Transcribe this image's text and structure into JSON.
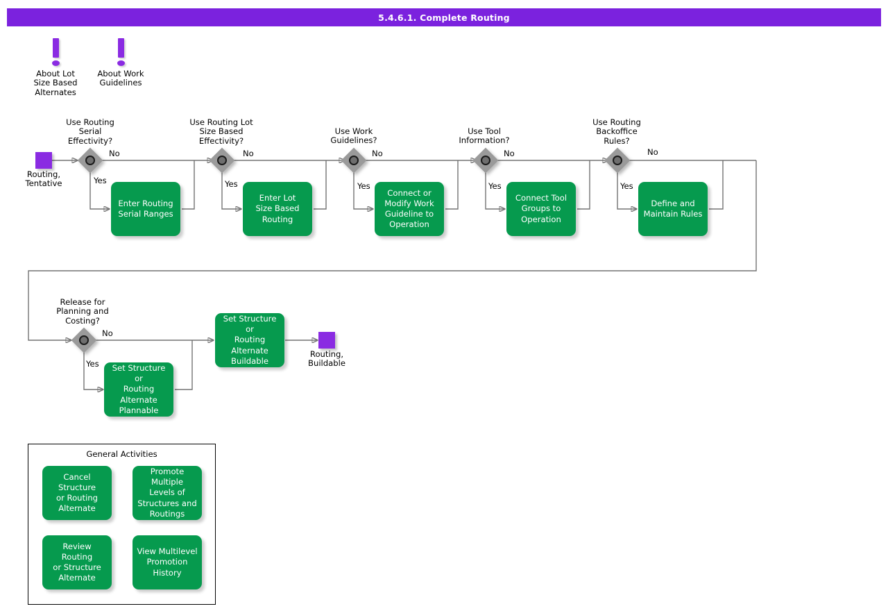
{
  "header": {
    "title": "5.4.6.1. Complete Routing"
  },
  "notes": [
    {
      "name": "about-lot-size-based-alternates",
      "label": "About Lot\nSize Based\nAlternates",
      "icon": "exclamation-note-icon"
    },
    {
      "name": "about-work-guidelines",
      "label": "About Work\nGuidelines",
      "icon": "exclamation-note-icon"
    }
  ],
  "terminators": [
    {
      "name": "routing-tentative",
      "label": "Routing,\nTentative"
    },
    {
      "name": "routing-buildable",
      "label": "Routing,\nBuildable"
    }
  ],
  "decisions": [
    {
      "name": "use-routing-serial-effectivity",
      "question": "Use Routing\nSerial\nEffectivity?",
      "yes": "Yes",
      "no": "No"
    },
    {
      "name": "use-routing-lot-size-based-effectivity",
      "question": "Use Routing Lot\nSize Based\nEffectivity?",
      "yes": "Yes",
      "no": "No"
    },
    {
      "name": "use-work-guidelines",
      "question": "Use Work\nGuidelines?",
      "yes": "Yes",
      "no": "No"
    },
    {
      "name": "use-tool-information",
      "question": "Use Tool\nInformation?",
      "yes": "Yes",
      "no": "No"
    },
    {
      "name": "use-routing-backoffice-rules",
      "question": "Use Routing\nBackoffice\nRules?",
      "yes": "Yes",
      "no": "No"
    },
    {
      "name": "release-for-planning-and-costing",
      "question": "Release for\nPlanning and\nCosting?",
      "yes": "Yes",
      "no": "No"
    }
  ],
  "processes": [
    {
      "name": "enter-routing-serial-ranges",
      "label": "Enter Routing\nSerial Ranges"
    },
    {
      "name": "enter-lot-size-based-routing",
      "label": "Enter Lot\nSize Based\nRouting"
    },
    {
      "name": "connect-or-modify-work-guideline-to-operation",
      "label": "Connect or\nModify Work\nGuideline to\nOperation"
    },
    {
      "name": "connect-tool-groups-to-operation",
      "label": "Connect Tool\nGroups to\nOperation"
    },
    {
      "name": "define-and-maintain-rules",
      "label": "Define and\nMaintain Rules"
    },
    {
      "name": "set-structure-or-routing-alternate-plannable",
      "label": "Set Structure or\nRouting\nAlternate\nPlannable"
    },
    {
      "name": "set-structure-or-routing-alternate-buildable",
      "label": "Set Structure or\nRouting\nAlternate\nBuildable"
    }
  ],
  "general_activities": {
    "title": "General Activities",
    "items": [
      {
        "name": "cancel-structure-or-routing-alternate",
        "label": "Cancel Structure\nor Routing\nAlternate"
      },
      {
        "name": "promote-multiple-levels-of-structures-and-routings",
        "label": "Promote Multiple\nLevels of\nStructures and\nRoutings"
      },
      {
        "name": "review-routing-or-structure-alternate",
        "label": "Review Routing\nor Structure\nAlternate"
      },
      {
        "name": "view-multilevel-promotion-history",
        "label": "View Multilevel\nPromotion\nHistory"
      }
    ]
  },
  "colors": {
    "header_purple": "#7b22de",
    "terminator_purple": "#8a2be2",
    "process_green": "#069a4e",
    "decision_gray": "#9a9a9a",
    "connector_gray": "#737373"
  }
}
